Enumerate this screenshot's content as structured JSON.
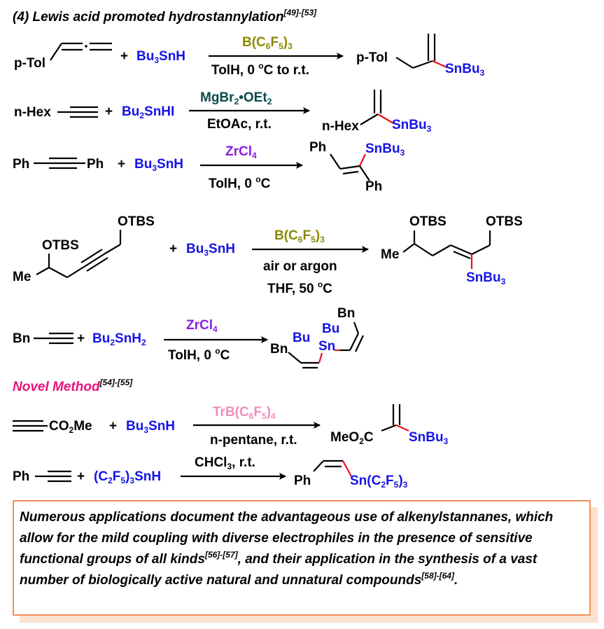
{
  "title": {
    "text": "(4) Lewis acid promoted hydrostannylation",
    "ref": "[49]-[53]"
  },
  "novel": {
    "text": "Novel Method",
    "ref": "[54]-[55]"
  },
  "r1": {
    "substrate": "p-Tol",
    "plus": "+",
    "reagent": {
      "main": "Bu",
      "sub": "3",
      "tail": "SnH"
    },
    "catalyst": {
      "main": "B(C",
      "s1": "6",
      "mid": "F",
      "s2": "5",
      "tail": ")",
      "s3": "3"
    },
    "cond": {
      "main": "TolH, 0 ",
      "sup": "o",
      "tail": "C to r.t."
    },
    "product_left": "p-Tol",
    "product_right": {
      "main": "SnBu",
      "sub": "3"
    }
  },
  "r2": {
    "substrate": "n-Hex",
    "plus": "+",
    "reagent": {
      "main": "Bu",
      "sub": "2",
      "tail": "SnHI"
    },
    "catalyst": {
      "main": "MgBr",
      "sub": "2",
      "mid": "•OEt",
      "sub2": "2"
    },
    "cond": "EtOAc, r.t.",
    "product_left": "n-Hex",
    "product_right": {
      "main": "SnBu",
      "sub": "3"
    }
  },
  "r3": {
    "left": "Ph",
    "right": "Ph",
    "plus": "+",
    "reagent": {
      "main": "Bu",
      "sub": "3",
      "tail": "SnH"
    },
    "catalyst": {
      "main": "ZrCl",
      "sub": "4"
    },
    "cond": {
      "main": "TolH, 0 ",
      "sup": "o",
      "tail": "C"
    },
    "product_ph1": "Ph",
    "product_ph2": "Ph",
    "product_sn": {
      "main": "SnBu",
      "sub": "3"
    }
  },
  "r4": {
    "otbs1": "OTBS",
    "otbs2": "OTBS",
    "me": "Me",
    "plus": "+",
    "reagent": {
      "main": "Bu",
      "sub": "3",
      "tail": "SnH"
    },
    "catalyst": {
      "main": "B(C",
      "s1": "6",
      "mid": "F",
      "s2": "5",
      "tail": ")",
      "s3": "3"
    },
    "cond1": "air or argon",
    "cond2": {
      "main": "THF, 50 ",
      "sup": "o",
      "tail": "C"
    },
    "p_otbs1": "OTBS",
    "p_otbs2": "OTBS",
    "p_me": "Me",
    "p_sn": {
      "main": "SnBu",
      "sub": "3"
    }
  },
  "r5": {
    "substrate": "Bn",
    "plus": "+",
    "reagent": {
      "main": "Bu",
      "sub": "2",
      "tail": "SnH",
      "sub2": "2"
    },
    "catalyst": {
      "main": "ZrCl",
      "sub": "4"
    },
    "cond": {
      "main": "TolH, 0 ",
      "sup": "o",
      "tail": "C"
    },
    "p_bn1": "Bn",
    "p_bn2": "Bn",
    "p_bu1": "Bu",
    "p_bu2": "Bu",
    "p_sn": "Sn"
  },
  "r6": {
    "substrate": {
      "main": "CO",
      "sub": "2",
      "tail": "Me"
    },
    "plus": "+",
    "reagent": {
      "main": "Bu",
      "sub": "3",
      "tail": "SnH"
    },
    "catalyst": {
      "main": "TrB(C",
      "s1": "6",
      "mid": "F",
      "s2": "5",
      "tail": ")",
      "s3": "4"
    },
    "cond": "n-pentane, r.t.",
    "product_left": {
      "main": "MeO",
      "sub": "2",
      "tail": "C"
    },
    "product_right": {
      "main": "SnBu",
      "sub": "3"
    }
  },
  "r7": {
    "substrate": "Ph",
    "plus": "+",
    "reagent": {
      "p1": "(C",
      "s1": "2",
      "p2": "F",
      "s2": "5",
      "p3": ")",
      "s3": "3",
      "tail": "SnH"
    },
    "cond": {
      "main": "CHCl",
      "sub": "3",
      "tail": ", r.t."
    },
    "product_ph": "Ph",
    "product_sn": {
      "p1": "Sn(C",
      "s1": "2",
      "p2": "F",
      "s2": "5",
      "p3": ")",
      "s3": "3"
    }
  },
  "note": {
    "p1": "Numerous applications document the advantageous use of alkenylstannanes, which allow for the mild coupling with diverse electrophiles in the presence of sensitive functional groups of all kinds",
    "ref1": "[56]-[57]",
    "p2": ", and their application in the synthesis of a vast number of biologically active natural and unnatural compounds",
    "ref2": "[58]-[64]",
    "p3": "."
  },
  "colors": {
    "tin": "#1414e6",
    "bond_new": "#e8101a",
    "borane": "#8a8a00",
    "mgbr": "#0b4a4a",
    "zr": "#8a1ee0",
    "trityl": "#f08cbe",
    "novel": "#e8127a",
    "box_border": "#f0915a"
  }
}
